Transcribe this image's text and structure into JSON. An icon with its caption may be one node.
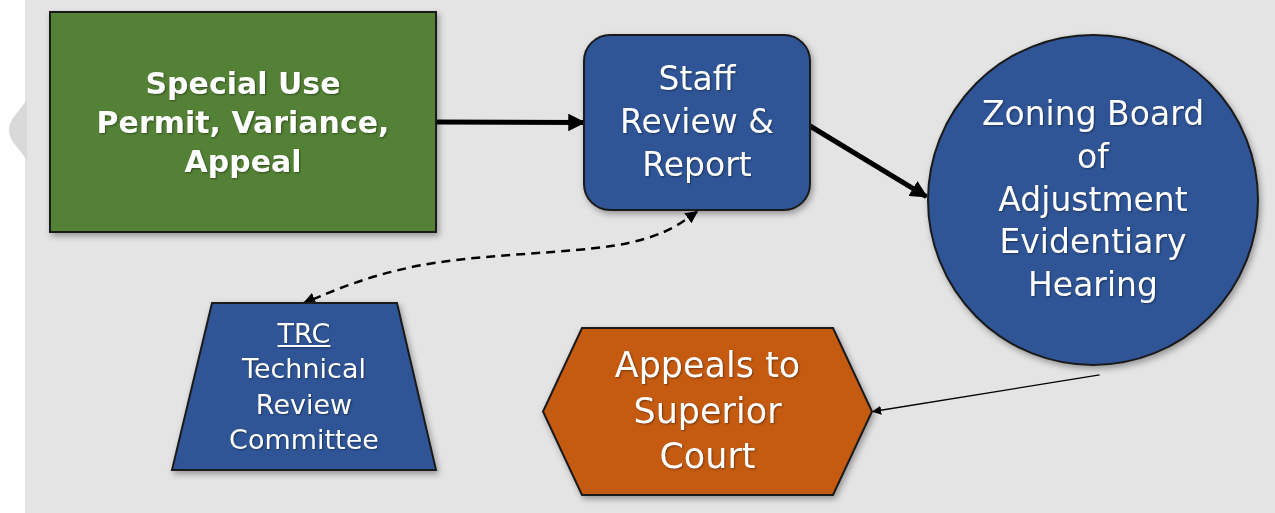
{
  "diagram": {
    "nodes": [
      {
        "text": [
          "Special Use Permit, Variance, Appeal"
        ]
      },
      {
        "text": [
          "Staff Review & Report"
        ]
      },
      {
        "text": [
          "Zoning Board of Adjustment Evidentiary Hearing"
        ]
      },
      {
        "text": [
          "TRC",
          "Technical Review Committee"
        ]
      },
      {
        "text": [
          "Appeals to Superior Court"
        ]
      }
    ],
    "edges": [
      {
        "from": 0,
        "to": 1,
        "arrow": "to",
        "style": "thick"
      },
      {
        "from": 1,
        "to": 2,
        "arrow": "to",
        "style": "thick"
      },
      {
        "from": 1,
        "to": 3,
        "arrow": "both",
        "style": "dashed"
      },
      {
        "from": 2,
        "to": 4,
        "arrow": "to"
      }
    ]
  }
}
